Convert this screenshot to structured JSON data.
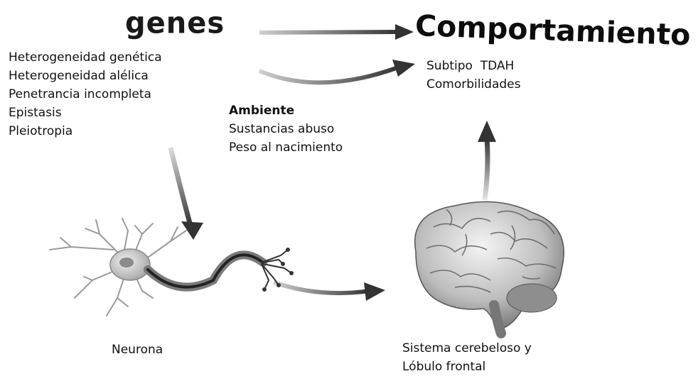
{
  "genes": {
    "title": "genes",
    "items": [
      "Heterogeneidad genética",
      "Heterogeneidad alélica",
      "Penetrancia incompleta",
      "Epistasis",
      "Pleiotropia"
    ]
  },
  "comportamiento": {
    "title": "Comportamiento",
    "items": [
      "Subtipo  TDAH",
      "Comorbilidades"
    ]
  },
  "ambiente": {
    "title": "Ambiente",
    "items": [
      "Sustancias abuso",
      "Peso al nacimiento"
    ]
  },
  "neurona": {
    "label": "Neurona"
  },
  "cerebro": {
    "label_line1": "Sistema cerebeloso y",
    "label_line2": "Lóbulo frontal"
  },
  "colors": {
    "arrow": "#3a3a3a",
    "text": "#111111"
  }
}
